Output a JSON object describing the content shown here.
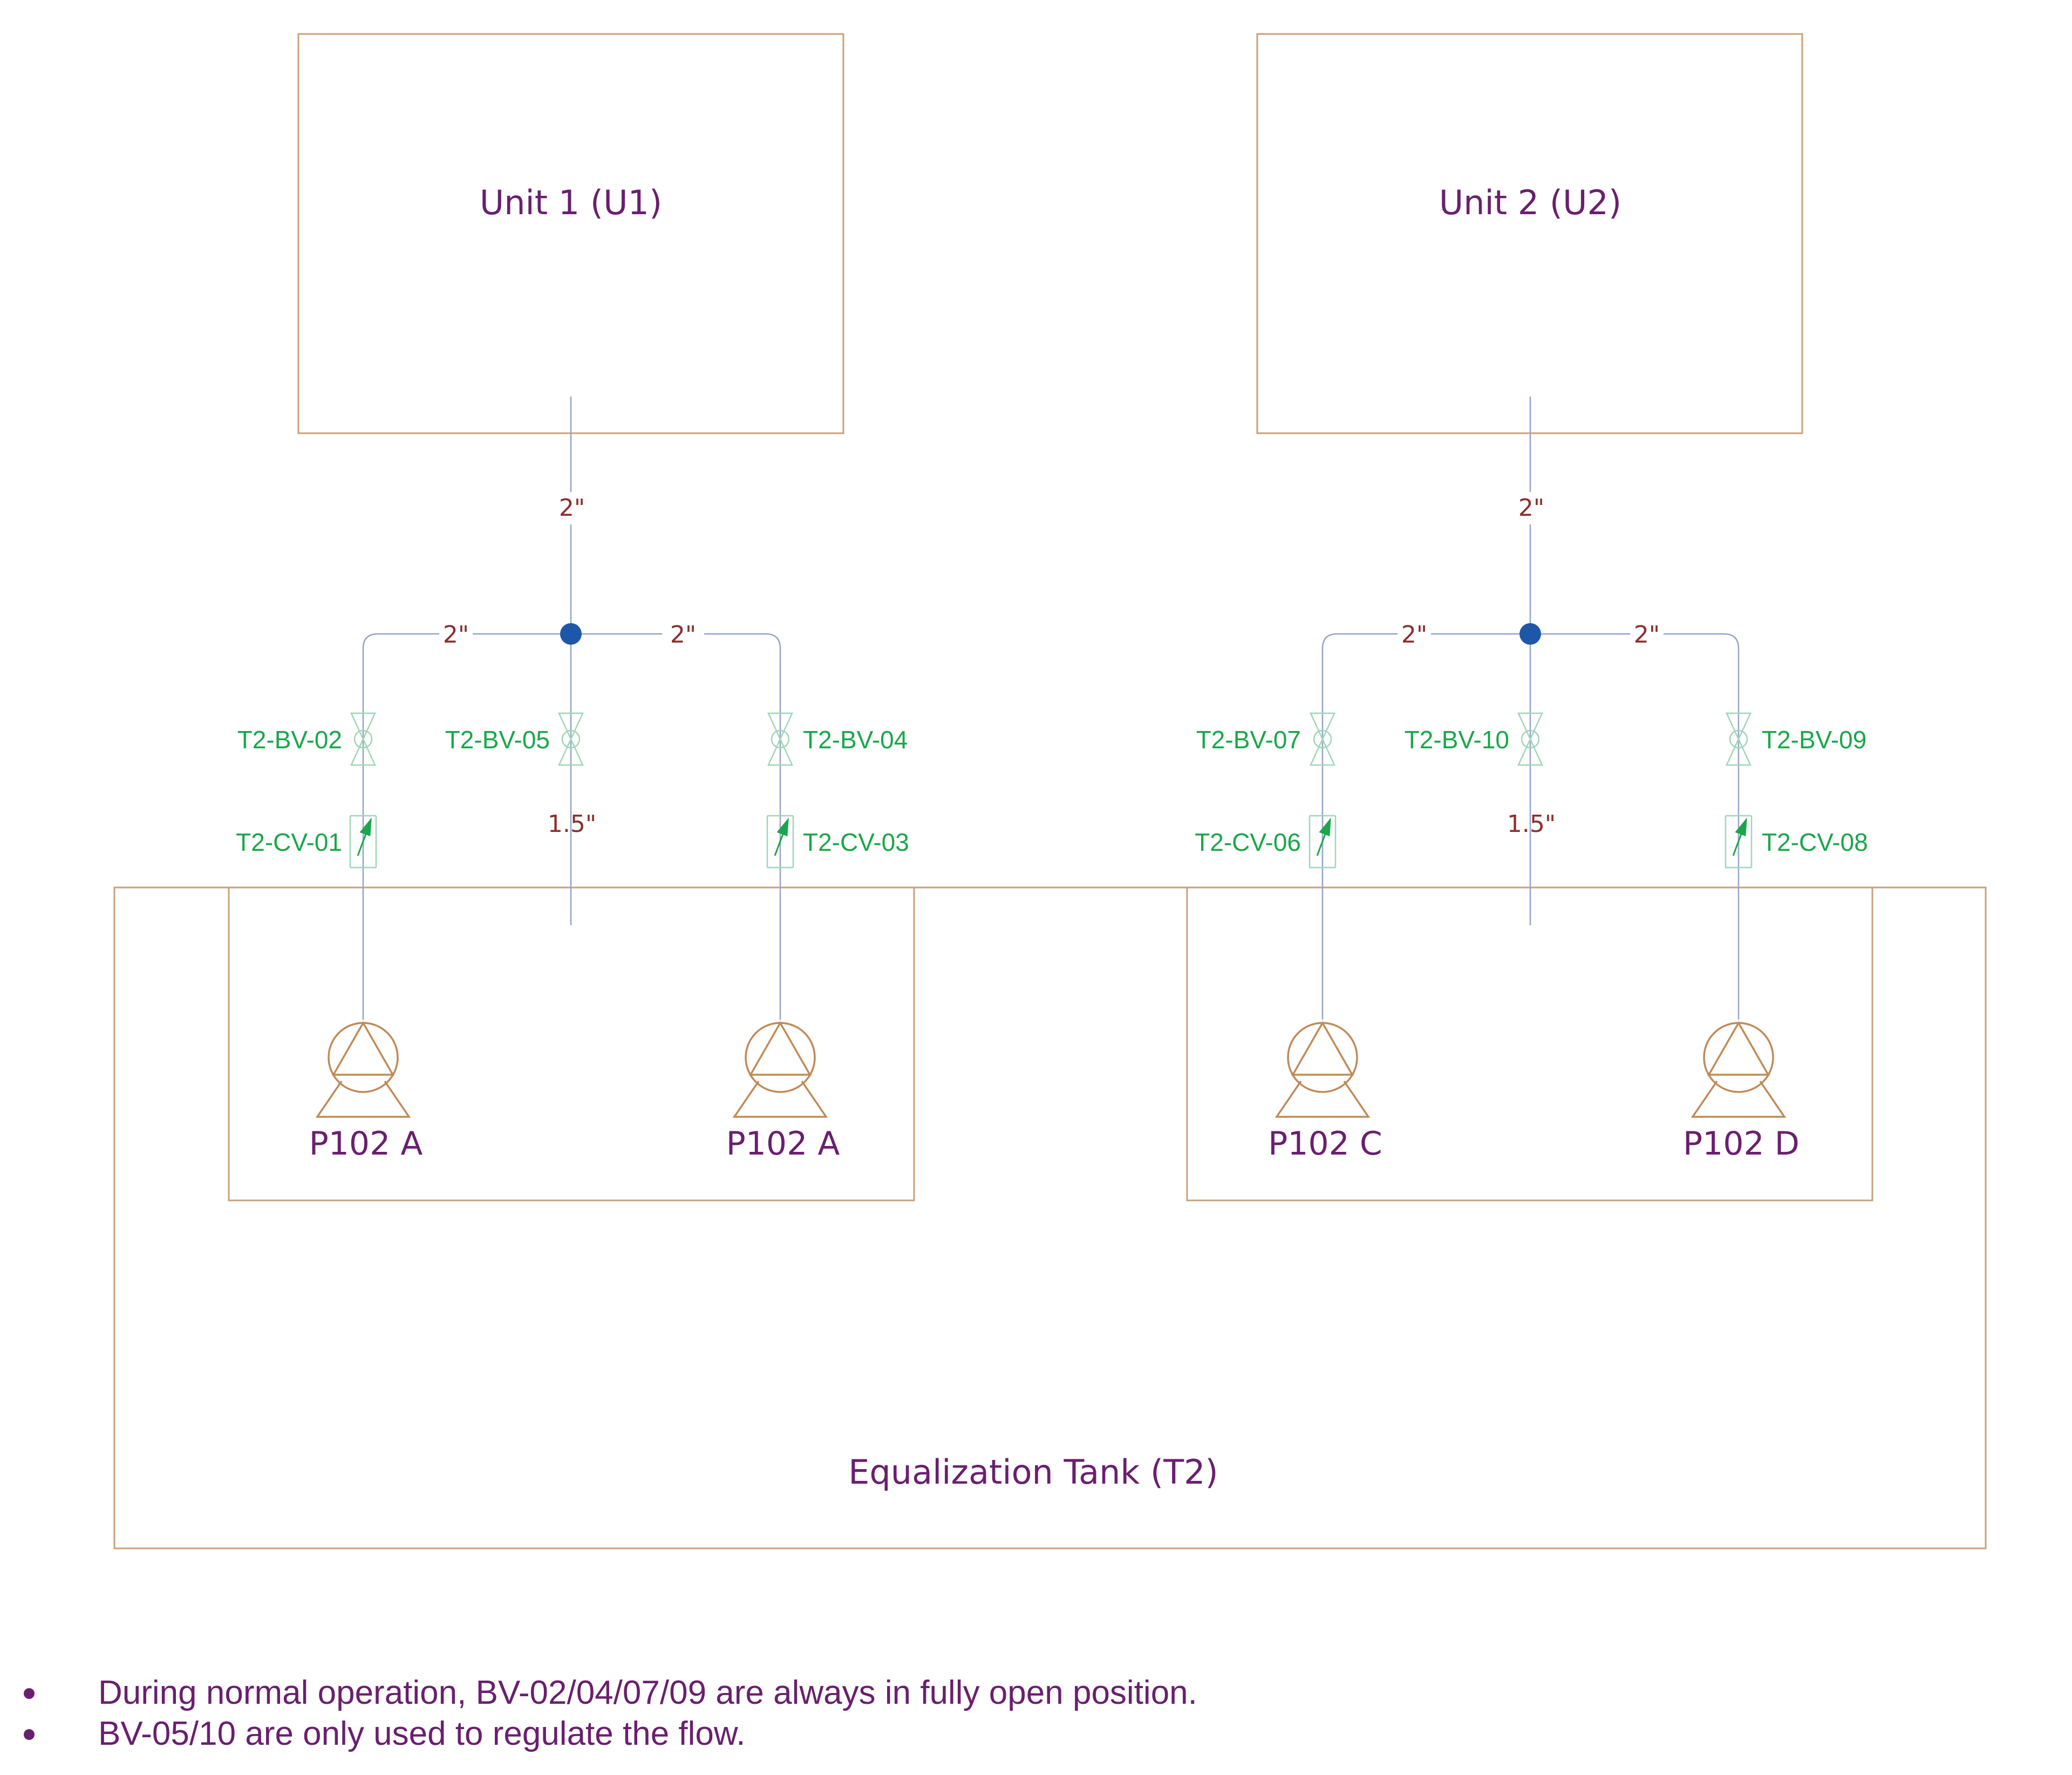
{
  "colors": {
    "vessel_outline": "#c8a07a",
    "pump_outline": "#c08a55",
    "pipe": "#94a3c6",
    "valve": "#9ed6b6",
    "valve_label": "#1aa64a",
    "pipe_size_label": "#8b2e2e",
    "equipment_label": "#6a1f6e",
    "junction": "#1f57a8"
  },
  "units": {
    "u1": "Unit 1 (U1)",
    "u2": "Unit 2 (U2)"
  },
  "tank": {
    "label": "Equalization Tank (T2)"
  },
  "pumps": {
    "p1": "P102 A",
    "p2": "P102 A",
    "p3": "P102 C",
    "p4": "P102 D"
  },
  "pipe_sizes": {
    "u1_main": "2\"",
    "u1_left": "2\"",
    "u1_right": "2\"",
    "u1_bypass": "1.5\"",
    "u2_main": "2\"",
    "u2_left": "2\"",
    "u2_right": "2\"",
    "u2_bypass": "1.5\""
  },
  "ball_valves": {
    "bv02": "T2-BV-02",
    "bv05": "T2-BV-05",
    "bv04": "T2-BV-04",
    "bv07": "T2-BV-07",
    "bv10": "T2-BV-10",
    "bv09": "T2-BV-09"
  },
  "check_valves": {
    "cv01": "T2-CV-01",
    "cv03": "T2-CV-03",
    "cv06": "T2-CV-06",
    "cv08": "T2-CV-08"
  },
  "notes": [
    "During normal operation, BV-02/04/07/09 are always in fully open position.",
    "BV-05/10 are only used to regulate the flow."
  ]
}
